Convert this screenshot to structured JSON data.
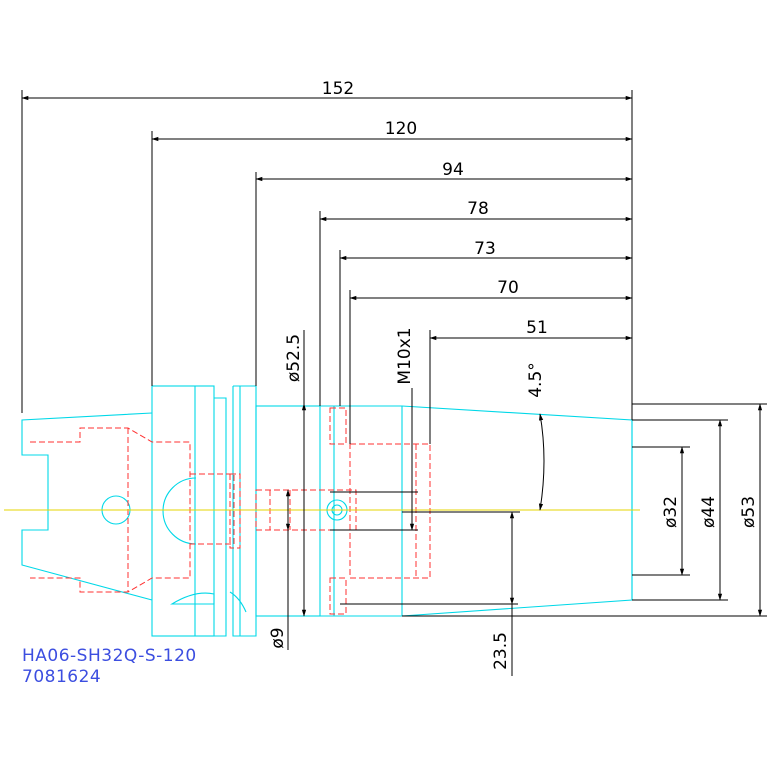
{
  "drawing": {
    "part_number": "HA06-SH32Q-S-120",
    "order_number": "7081624",
    "colors": {
      "outline": "#00d8e8",
      "hidden": "#ff3030",
      "centerline": "#e6d600",
      "dimension": "#000000",
      "label": "#3c4ee0"
    },
    "dimensions": {
      "len_152": "152",
      "len_120": "120",
      "len_94": "94",
      "len_78": "78",
      "len_73": "73",
      "len_70": "70",
      "len_51": "51",
      "thread": "M10x1",
      "dia_52_5": "ø52.5",
      "angle": "4.5°",
      "dia_32": "ø32",
      "dia_44": "ø44",
      "dia_53": "ø53",
      "dia_9": "ø9",
      "len_23_5": "23.5"
    }
  }
}
